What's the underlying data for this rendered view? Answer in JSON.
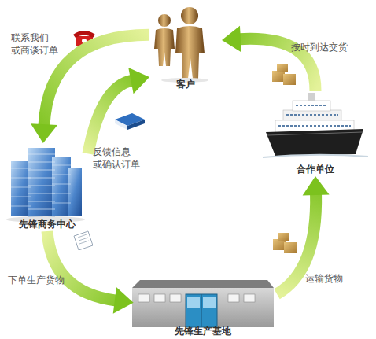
{
  "diagram": {
    "nodes": [
      {
        "text": [
          "客户"
        ]
      },
      {
        "text": [
          "先锋商务中心"
        ]
      },
      {
        "text": [
          "合作单位"
        ]
      },
      {
        "text": [
          "先锋生产基地"
        ]
      }
    ],
    "edges": [
      {
        "from": 0,
        "to": 1,
        "label": "联系我们 或商谈订单",
        "arrow": "to"
      },
      {
        "from": 1,
        "to": 0,
        "label": "反馈信息 或确认订单",
        "arrow": "to"
      },
      {
        "from": 1,
        "to": 3,
        "label": "下单生产货物",
        "arrow": "to"
      },
      {
        "from": 3,
        "to": 2,
        "label": "运输货物",
        "arrow": "to"
      },
      {
        "from": 2,
        "to": 0,
        "label": "按时到达交货",
        "arrow": "to"
      }
    ]
  }
}
